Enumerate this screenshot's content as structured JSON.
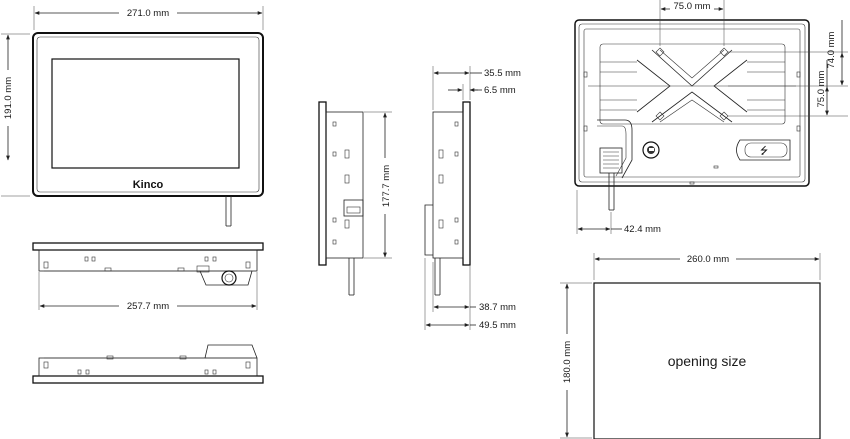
{
  "brand": "Kinco",
  "opening_label": "opening size",
  "dimensions": {
    "front_width": "271.0 mm",
    "front_height": "191.0 mm",
    "bottom_width": "257.7 mm",
    "side_height": "177.7 mm",
    "side_depth_top": "35.5 mm",
    "side_depth_bezel": "6.5 mm",
    "side_depth_body": "38.7 mm",
    "side_depth_total": "49.5 mm",
    "back_hole_h": "75.0 mm",
    "back_hole_v1": "74.0 mm",
    "back_hole_v2": "75.0 mm",
    "back_offset": "42.4 mm",
    "opening_width": "260.0 mm",
    "opening_height": "180.0 mm"
  }
}
